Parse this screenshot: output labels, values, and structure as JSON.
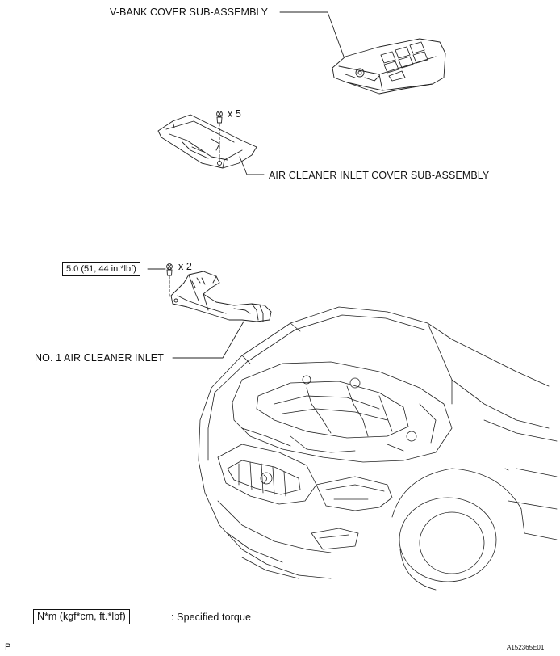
{
  "labels": {
    "v_bank_cover": "V-BANK COVER SUB-ASSEMBLY",
    "air_cleaner_inlet_cover": "AIR CLEANER INLET COVER SUB-ASSEMBLY",
    "no1_air_cleaner_inlet": "NO. 1 AIR CLEANER INLET",
    "bolt_qty_cover": "x 5",
    "bolt_qty_inlet": "x 2",
    "torque_value": "5.0 (51, 44 in.*lbf)"
  },
  "legend": {
    "unit": "N*m (kgf*cm, ft.*lbf)",
    "text": ": Specified torque"
  },
  "footer": {
    "left_code": "P",
    "figure_id": "A152365E01"
  }
}
